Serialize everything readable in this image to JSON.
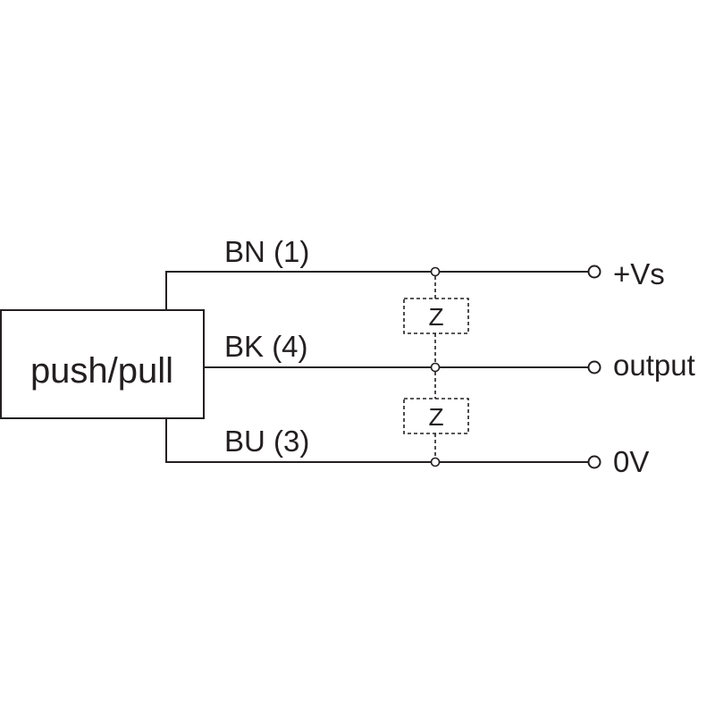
{
  "sensor": {
    "label": "push/pull"
  },
  "wires": [
    {
      "label": "BN (1)",
      "terminal": "+Vs"
    },
    {
      "label": "BK (4)",
      "terminal": "output"
    },
    {
      "label": "BU (3)",
      "terminal": "0V"
    }
  ],
  "loads": [
    {
      "label": "Z"
    },
    {
      "label": "Z"
    }
  ],
  "colors": {
    "line": "#231f20",
    "background": "#ffffff"
  }
}
